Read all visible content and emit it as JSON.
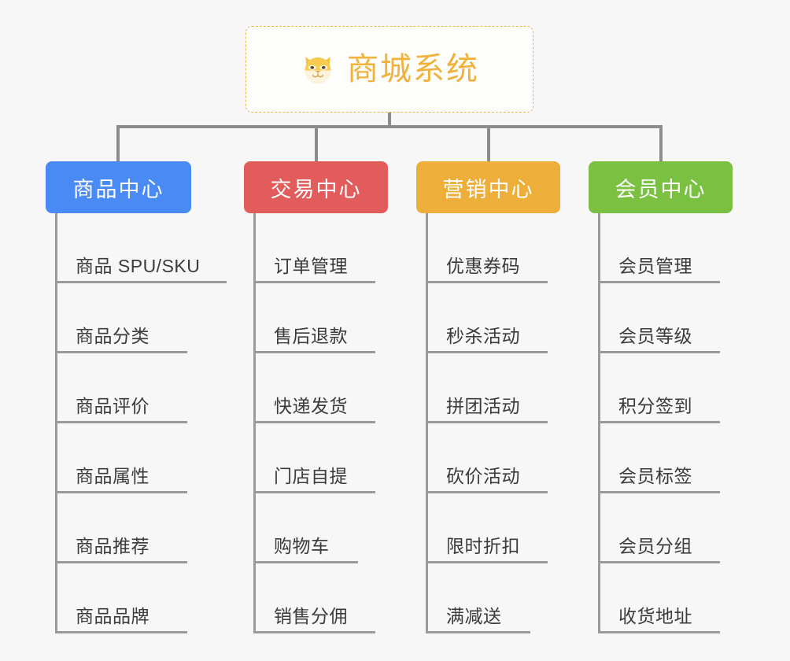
{
  "page": {
    "background_color": "#f7f7f7",
    "type": "mindmap"
  },
  "root": {
    "title": "商城系统",
    "icon": "shiba-dog-face-emoji",
    "text_color": "#f0b23c",
    "border_color": "#e8b54d",
    "background_color": "#fdfdfc"
  },
  "connector": {
    "color": "#8c8c8c"
  },
  "branches": [
    {
      "label": "商品中心",
      "color": "#4a8af4",
      "children": [
        "商品 SPU/SKU",
        "商品分类",
        "商品评价",
        "商品属性",
        "商品推荐",
        "商品品牌"
      ]
    },
    {
      "label": "交易中心",
      "color": "#e25c5c",
      "children": [
        "订单管理",
        "售后退款",
        "快递发货",
        "门店自提",
        "购物车",
        "销售分佣"
      ]
    },
    {
      "label": "营销中心",
      "color": "#edae3a",
      "children": [
        "优惠券码",
        "秒杀活动",
        "拼团活动",
        "砍价活动",
        "限时折扣",
        "满减送"
      ]
    },
    {
      "label": "会员中心",
      "color": "#7ac142",
      "children": [
        "会员管理",
        "会员等级",
        "积分签到",
        "会员标签",
        "会员分组",
        "收货地址"
      ]
    }
  ]
}
